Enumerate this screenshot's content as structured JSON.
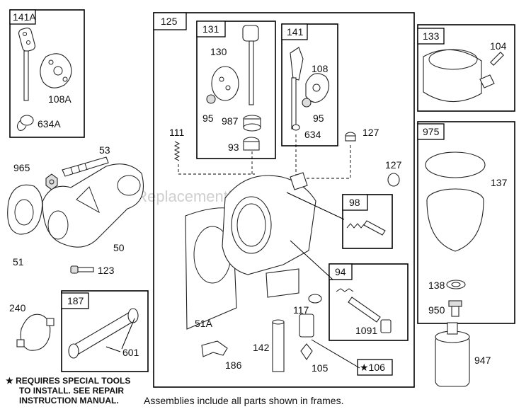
{
  "watermark": "eReplacementParts.com",
  "frames": {
    "f141A": "141A",
    "f125": "125",
    "f131": "131",
    "f141": "141",
    "f133": "133",
    "f975": "975",
    "f98": "98",
    "f94": "94",
    "f187": "187",
    "f106": "★106"
  },
  "labels": {
    "l108A": "108A",
    "l634A": "634A",
    "l53": "53",
    "l965": "965",
    "l51": "51",
    "l50": "50",
    "l123": "123",
    "l240": "240",
    "l601": "601",
    "l130": "130",
    "l95a": "95",
    "l987": "987",
    "l93": "93",
    "l111": "111",
    "l108": "108",
    "l95b": "95",
    "l634": "634",
    "l127a": "127",
    "l127b": "127",
    "l104": "104",
    "l137": "137",
    "l138": "138",
    "l950": "950",
    "l947": "947",
    "l51A": "51A",
    "l117": "117",
    "l1091": "1091",
    "l142": "142",
    "l186": "186",
    "l105": "105"
  },
  "note": {
    "line1": "★  REQUIRES SPECIAL TOOLS",
    "line2": "TO INSTALL.  SEE REPAIR",
    "line3": "INSTRUCTION MANUAL."
  },
  "caption": "Assemblies include all parts shown in frames."
}
